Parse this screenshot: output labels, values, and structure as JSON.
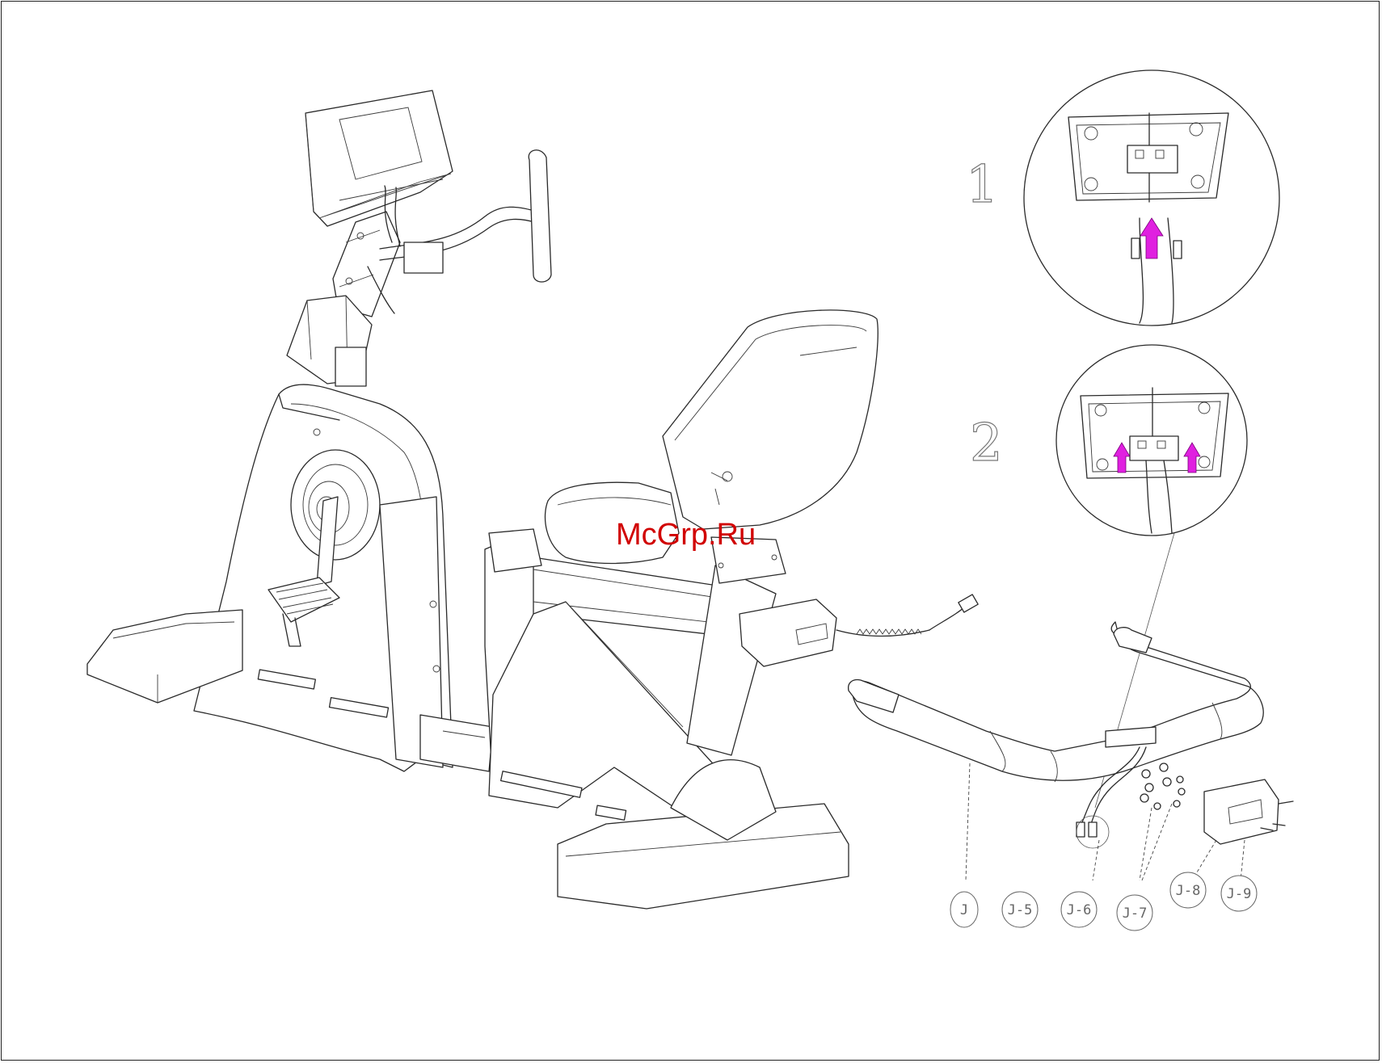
{
  "watermark": "McGrp.Ru",
  "steps": {
    "step1": "1",
    "step2": "2"
  },
  "callouts": {
    "J": "J",
    "J5": "J-5",
    "J6": "J-6",
    "J7": "J-7",
    "J8": "J-8",
    "J9": "J-9"
  },
  "colors": {
    "arrow": "#e020e0",
    "watermark": "#d10000",
    "line": "#2a2a2a"
  }
}
